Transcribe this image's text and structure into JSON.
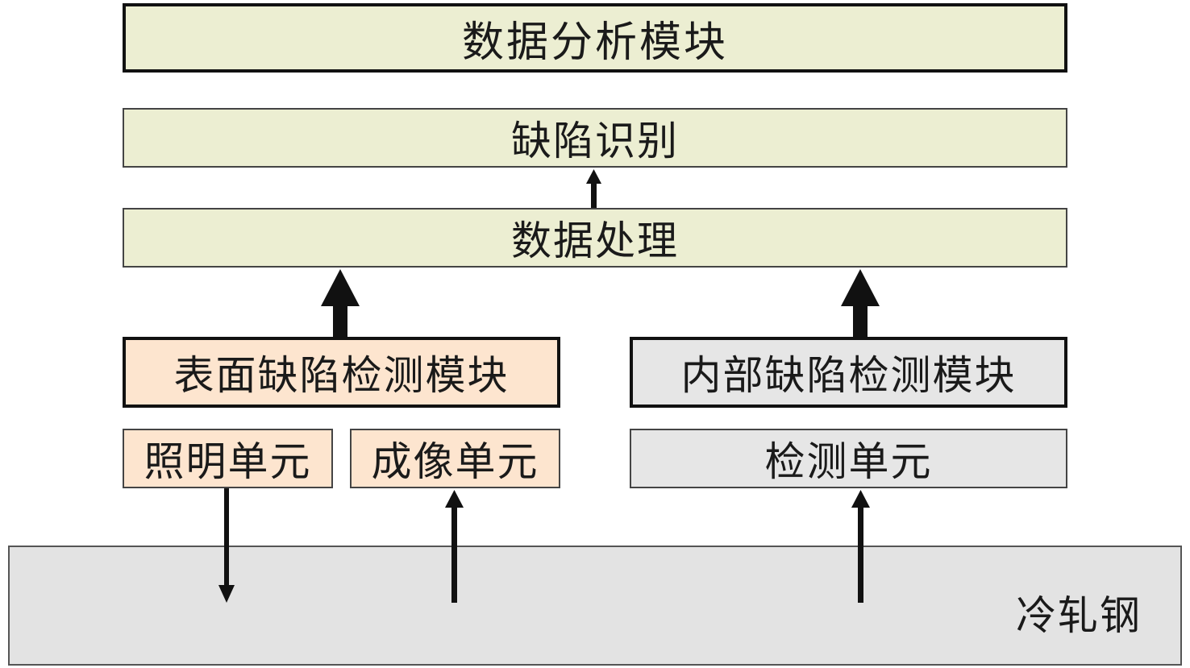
{
  "diagram": {
    "data_analysis": "数据分析模块",
    "defect_identification": "缺陷识别",
    "data_processing": "数据处理",
    "surface_module": "表面缺陷检测模块",
    "internal_module": "内部缺陷检测模块",
    "illumination_unit": "照明单元",
    "imaging_unit": "成像单元",
    "detection_unit": "检测单元",
    "material": "冷轧钢"
  },
  "colors": {
    "top_boxes": "#eceed2",
    "surface_boxes": "#fde5cf",
    "internal_boxes": "#e6e6e6",
    "steel": "#e3e3e3"
  }
}
